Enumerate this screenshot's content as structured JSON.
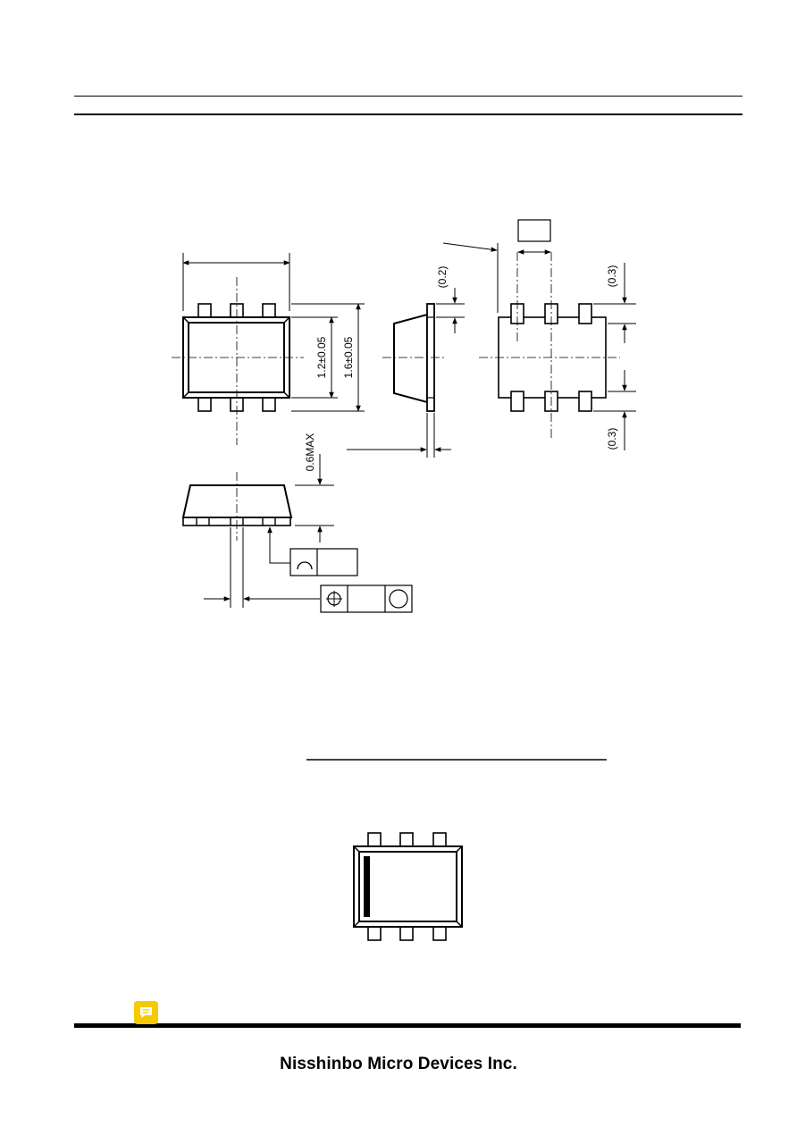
{
  "drawing": {
    "dims": {
      "dim_0_2": "(0.2)",
      "dim_0_3_top": "(0.3)",
      "dim_0_3_bottom": "(0.3)",
      "dim_1_2": "1.2±0.05",
      "dim_1_6": "1.6±0.05",
      "dim_0_6max": "0.6MAX"
    }
  },
  "footer": {
    "brand": "Nisshinbo Micro Devices Inc."
  },
  "icons": {
    "note": "comment-icon",
    "profile_symbol": "arc-icon",
    "position_symbol": "crosshair-circle-icon",
    "mmc_symbol": "circle-icon"
  },
  "colors": {
    "note_icon": "#f7c900",
    "ink": "#000000"
  }
}
